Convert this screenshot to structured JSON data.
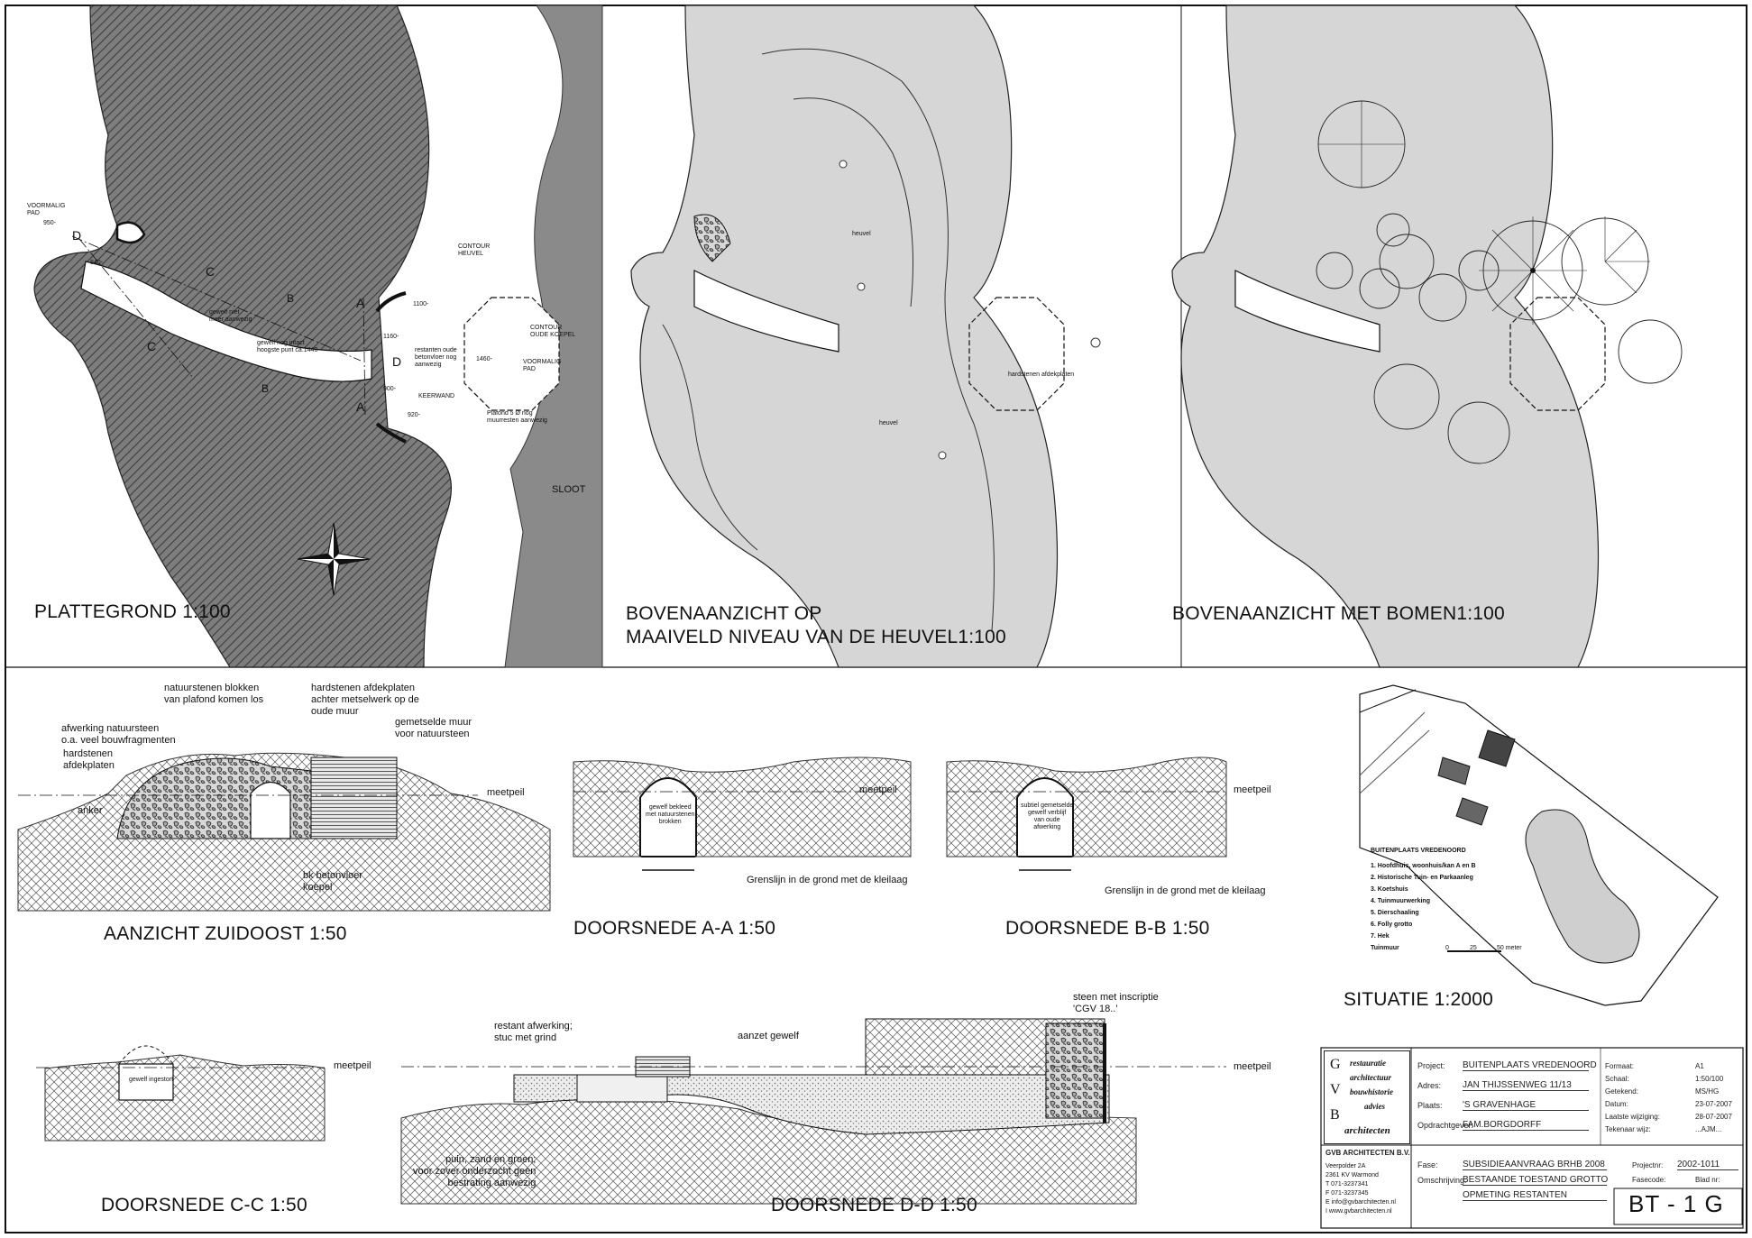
{
  "plan": {
    "title": "PLATTEGROND 1:100",
    "sloot": "SLOOT",
    "labels": {
      "voormalig_pad": "VOORMALIG\nPAD",
      "l950": "950-",
      "l840": "840-",
      "l1100": "1100-",
      "l1160": "1160-",
      "l1460": "1460-",
      "l920": "920-",
      "l900": "900-",
      "contour_heuvel": "CONTOUR\nHEUVEL",
      "contour_koepel": "CONTOUR\nOUDE KOEPEL",
      "voormalig_pad_r": "VOORMALIG\nPAD",
      "keerwand": "KEERWAND",
      "gewelf_niet": "gewelf niet\nmeer aanwezig",
      "gewelf_nog": "gewelf nog intact\nhoogste punt ca.1440-",
      "restanten": "restanten oude\nbetonvloer nog\naanwezig",
      "plafond": "Plafond 5 Ø nog\nmuurresten aanwezig",
      "sec_a": "A",
      "sec_b": "B",
      "sec_c": "C",
      "sec_d": "D"
    }
  },
  "top_view": {
    "title_line1": "BOVENAANZICHT OP",
    "title_line2": "MAAIVELD NIVEAU VAN DE HEUVEL1:100",
    "heuvel1": "heuvel",
    "heuvel2": "heuvel",
    "afdekplaten": "hardstenen afdekplaten"
  },
  "trees_view": {
    "title": "BOVENAANZICHT MET BOMEN1:100"
  },
  "elevation": {
    "title": "AANZICHT ZUIDOOST 1:50",
    "note_blokken": "natuurstenen blokken\nvan plafond komen los",
    "note_afdekplaten_top": "hardstenen afdekplaten\nachter metselwerk op de\noude muur",
    "note_afwerking": "afwerking natuursteen\no.a. veel bouwfragmenten",
    "note_hardstenen": "hardstenen\nafdekplaten",
    "note_gemetselde": "gemetselde muur\nvoor natuursteen",
    "note_anker": "anker",
    "note_meetpeil": "meetpeil",
    "note_betonvloer": "bk betonvloer\nkoepel"
  },
  "section_aa": {
    "title": "DOORSNEDE A-A 1:50",
    "meetpeil": "meetpeil",
    "inner": "gewelf bekleed\nmet natuurstenen\nbrokken",
    "grens": "Grenslijn in de grond met de kleilaag"
  },
  "section_bb": {
    "title": "DOORSNEDE B-B 1:50",
    "meetpeil": "meetpeil",
    "inner": "subtiel gemetselde\ngewelf verblijf\nvan oude\nafwerking",
    "grens": "Grenslijn in de grond met de kleilaag"
  },
  "section_cc": {
    "title": "DOORSNEDE C-C 1:50",
    "meetpeil": "meetpeil",
    "inner": "gewelf ingestort"
  },
  "section_dd": {
    "title": "DOORSNEDE D-D 1:50",
    "meetpeil": "meetpeil",
    "restant": "restant afwerking;\nstuc met grind",
    "aanzet": "aanzet gewelf",
    "steen": "steen met inscriptie\n'CGV 18..'",
    "puin": "puin, zand en groen;\nvoor zover onderzocht geen\nbestrating aanwezig"
  },
  "situation": {
    "title": "SITUATIE 1:2000",
    "legend_title": "BUITENPLAATS VREDENOORD",
    "legend": [
      "1.   Hoofdhuis, woonhuis/kan A en B",
      "2.   Historische Tuin- en Parkaanleg",
      "3.   Koetshuis",
      "4.   Tuinmuurwerking",
      "5.   Dierschaaling",
      "6.   Folly grotto",
      "7.   Hek",
      "     Tuinmuur"
    ],
    "scale_labels": [
      "0",
      "25",
      "50 meter"
    ]
  },
  "title_block": {
    "logo_letters": [
      "G",
      "V",
      "B"
    ],
    "logo_words": [
      "restauratie",
      "architectuur",
      "bouwhistorie",
      "advies",
      "architecten"
    ],
    "rows_left": [
      {
        "label": "Project:",
        "value": "BUITENPLAATS VREDENOORD"
      },
      {
        "label": "Adres:",
        "value": "JAN THIJSSENWEG 11/13"
      },
      {
        "label": "Plaats:",
        "value": "'S GRAVENHAGE"
      },
      {
        "label": "Opdrachtgever:",
        "value": "FAM.BORGDORFF"
      }
    ],
    "rows_right": [
      {
        "label": "Formaat:",
        "value": "A1"
      },
      {
        "label": "Schaal:",
        "value": "1:50/100"
      },
      {
        "label": "Getekend:",
        "value": "MS/HG"
      },
      {
        "label": "Datum:",
        "value": "23-07-2007"
      },
      {
        "label": "Laatste wijziging:",
        "value": "28-07-2007"
      },
      {
        "label": "Tekenaar wijz:",
        "value": "...AJM..."
      }
    ],
    "firm_name": "GVB ARCHITECTEN B.V.",
    "firm_lines": [
      "Veerpolder 2A",
      "2361 KV Warmond",
      "T   071-3237341",
      "F   071-3237345",
      "E   info@gvbarchitecten.nl",
      "I    www.gvbarchitecten.nl"
    ],
    "fase_label": "Fase:",
    "fase_value": "SUBSIDIEAANVRAAG BRHB 2008",
    "omschrijving_label": "Omschrijving:",
    "omschrijving_1": "BESTAANDE TOESTAND GROTTO",
    "omschrijving_2": "OPMETING RESTANTEN",
    "projectnr_label": "Projectnr:",
    "projectnr_value": "2002-1011",
    "fasecode_label": "Fasecode:",
    "blad_label": "Blad nr:",
    "sheet_id": "BT - 1 G"
  }
}
